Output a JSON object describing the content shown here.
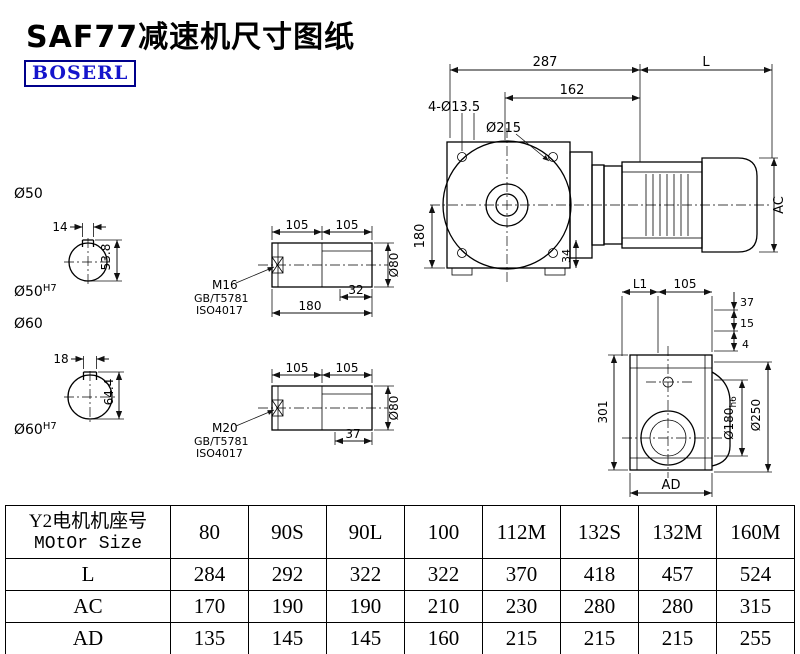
{
  "title": "SAF77减速机尺寸图纸",
  "logo": "BOSERL",
  "drawing": {
    "front": {
      "d287": "287",
      "dL": "L",
      "d162": "162",
      "holes": "4-Ø13.5",
      "flange": "Ø215",
      "d180": "180",
      "d34": "34",
      "dAC": "AC"
    },
    "section_a": {
      "dia": "Ø50",
      "key_w": "14",
      "key_h": "53.8",
      "bore": "Ø50",
      "bore_tol": "H7"
    },
    "section_b": {
      "dia": "Ø60",
      "key_w": "18",
      "key_h": "64.4",
      "bore": "Ø60",
      "bore_tol": "H7"
    },
    "detail_a": {
      "d105a": "105",
      "d105b": "105",
      "thread": "M16",
      "std1": "GB/T5781",
      "std2": "ISO4017",
      "d32": "32",
      "d180": "180",
      "dia": "Ø80"
    },
    "detail_b": {
      "d105a": "105",
      "d105b": "105",
      "thread": "M20",
      "std1": "GB/T5781",
      "std2": "ISO4017",
      "d37": "37",
      "dia": "Ø80"
    },
    "side": {
      "dL1": "L1",
      "d105": "105",
      "d37": "37",
      "d15": "15",
      "d4": "4",
      "d301": "301",
      "dia180": "Ø180",
      "dia180_tol": "h6",
      "dia250": "Ø250",
      "dAD": "AD"
    }
  },
  "table": {
    "header_cn": "Y2电机机座号",
    "header_en": "MOtOr Size",
    "motor_sizes": [
      "80",
      "90S",
      "90L",
      "100",
      "112M",
      "132S",
      "132M",
      "160M"
    ],
    "rows": [
      {
        "label": "L",
        "values": [
          "284",
          "292",
          "322",
          "322",
          "370",
          "418",
          "457",
          "524"
        ]
      },
      {
        "label": "AC",
        "values": [
          "170",
          "190",
          "190",
          "210",
          "230",
          "280",
          "280",
          "315"
        ]
      },
      {
        "label": "AD",
        "values": [
          "135",
          "145",
          "145",
          "160",
          "215",
          "215",
          "215",
          "255"
        ]
      }
    ]
  }
}
